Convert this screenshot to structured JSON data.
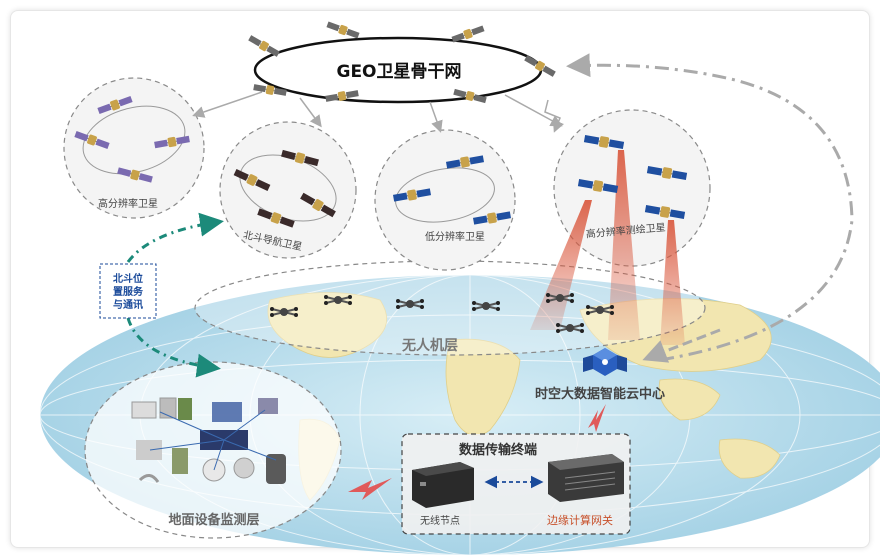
{
  "labels": {
    "geo": "GEO卫星骨干网",
    "high_res": "高分辨率卫星",
    "beidou_nav": "北斗导航卫星",
    "low_res": "低分辨率卫星",
    "high_survey": "高分辨率测绘卫星",
    "uav_layer": "无人机层",
    "cloud_center": "时空大数据智能云中心",
    "transfer_terminal": "数据传输终端",
    "wireless_node": "无线节点",
    "edge_gateway": "边缘计算网关",
    "ground_layer": "地面设备监测层",
    "beidou_service": "北斗位\n置服务\n与通讯"
  },
  "colors": {
    "sat_panel_blue": "#1f4fa0",
    "sat_panel_dark": "#3a2a2a",
    "sat_body_gold": "#c8a24a",
    "teal_arrow": "#1c8a7a",
    "gray_arrow": "#aaaaaa",
    "beam_red": "#d9553a",
    "text_dark": "#333333",
    "text_gray": "#666666",
    "edge_red": "#c8502a",
    "service_blue": "#1a4a9a"
  }
}
